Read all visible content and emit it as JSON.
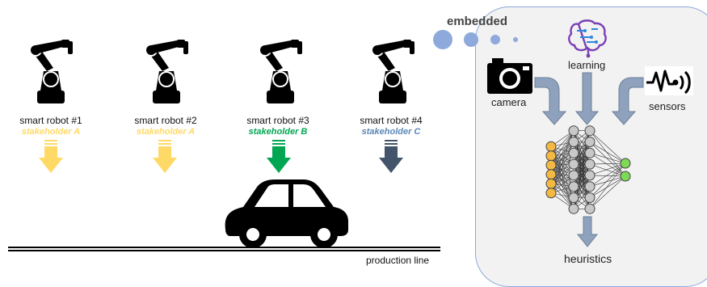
{
  "robots": [
    {
      "label": "smart robot #1",
      "stakeholder": "stakeholder A",
      "color": "#FFD966"
    },
    {
      "label": "smart robot #2",
      "stakeholder": "stakeholder A",
      "color": "#FFD966"
    },
    {
      "label": "smart robot #3",
      "stakeholder": "stakeholder B",
      "color": "#00A651"
    },
    {
      "label": "smart robot #4",
      "stakeholder": "stakeholder C",
      "color": "#5B86B8"
    }
  ],
  "arrow_colors": [
    "#FFD966",
    "#FFD966",
    "#00A651",
    "#44546A"
  ],
  "production_line_label": "production line",
  "embedded_label": "embedded",
  "inputs": {
    "camera": "camera",
    "learning": "learning",
    "sensors": "sensors"
  },
  "output_label": "heuristics",
  "network": {
    "layers": [
      6,
      8,
      8,
      2
    ],
    "input_color": "#F4B942",
    "hidden_color": "#C8C8C8",
    "output_color": "#7ED957"
  },
  "colors": {
    "panel_bg": "#F2F2F2",
    "panel_border": "#8EA9DB",
    "bubble": "#8EA9DB",
    "flow_arrow": "#8EA2BE",
    "learning_icon": "#7B3FB5"
  }
}
